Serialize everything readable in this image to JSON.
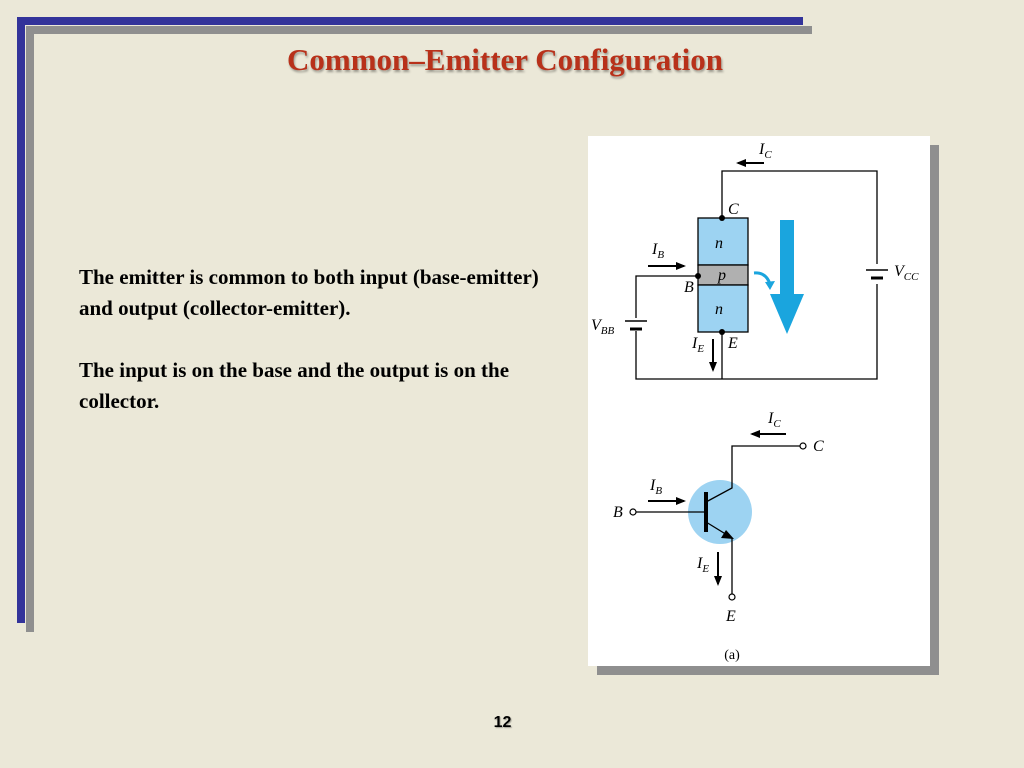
{
  "slide": {
    "title": "Common–Emitter Configuration",
    "page_number": "12",
    "paragraphs": [
      "The emitter is common to both input (base-emitter) and output (collector-emitter).",
      "The input is on the base and the output is on the collector."
    ]
  },
  "figure": {
    "caption": "(a)",
    "circuit_labels": {
      "collector_current_var": "I",
      "collector_current_sub": "C",
      "base_current_var": "I",
      "base_current_sub": "B",
      "emitter_current_var": "I",
      "emitter_current_sub": "E",
      "collector": "C",
      "base": "B",
      "emitter": "E",
      "collector_supply_var": "V",
      "collector_supply_sub": "CC",
      "base_supply_var": "V",
      "base_supply_sub": "BB",
      "n_region_top": "n",
      "p_region": "p",
      "n_region_bottom": "n"
    },
    "symbol_labels": {
      "collector_current_var": "I",
      "collector_current_sub": "C",
      "base_current_var": "I",
      "base_current_sub": "B",
      "emitter_current_var": "I",
      "emitter_current_sub": "E",
      "collector": "C",
      "base": "B",
      "emitter": "E"
    }
  },
  "colors": {
    "frame_accent": "#33339a",
    "title_color": "#b8311a",
    "semiconductor_fill": "#9dd3f2",
    "flow_arrow": "#1aa5de"
  }
}
